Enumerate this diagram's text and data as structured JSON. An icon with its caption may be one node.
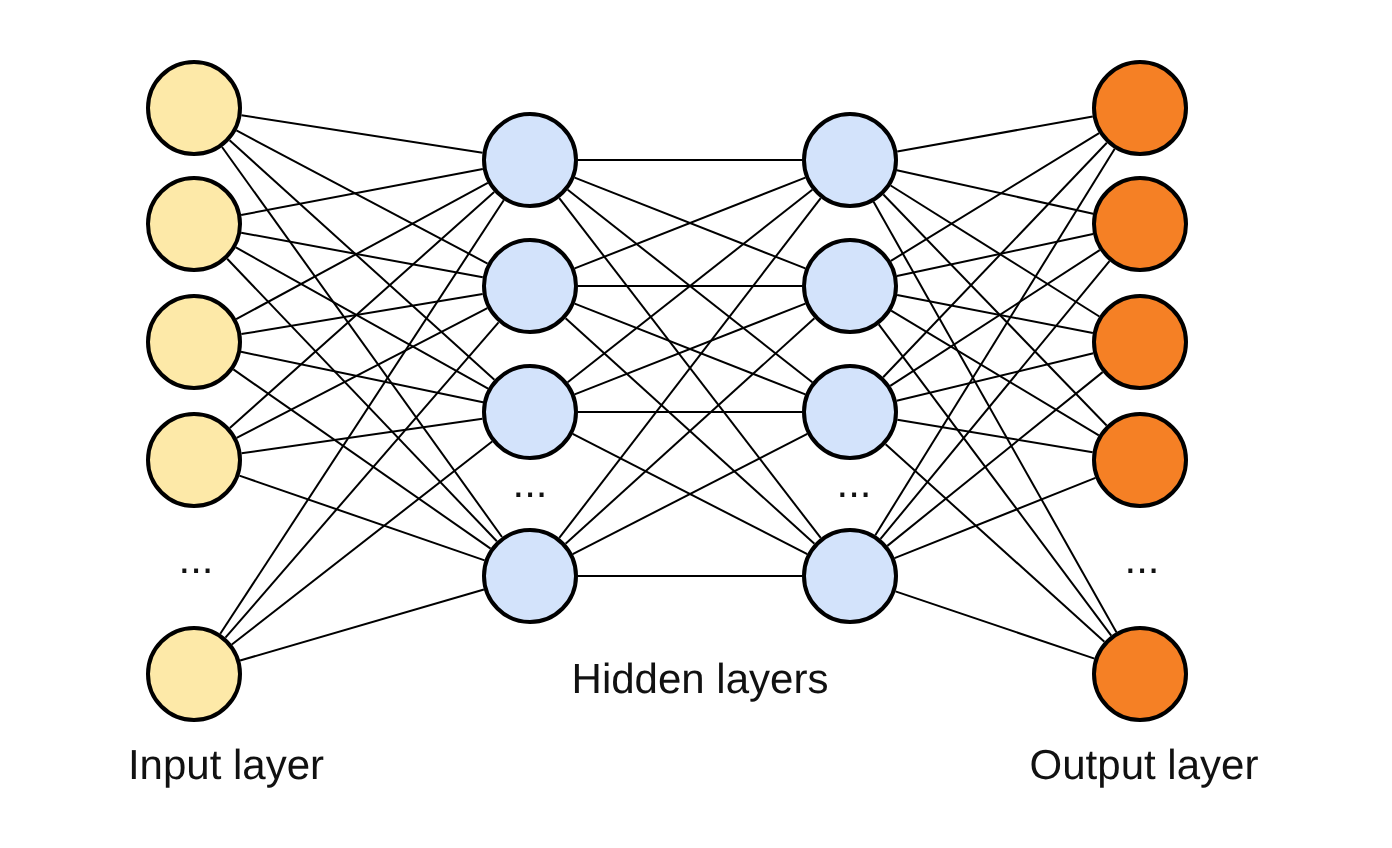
{
  "diagram": {
    "nodes": [
      {
        "text": [],
        "shape": "circle"
      },
      {
        "text": [],
        "shape": "circle"
      },
      {
        "text": [],
        "shape": "circle"
      },
      {
        "text": [],
        "shape": "circle"
      },
      {
        "text": [],
        "shape": "circle"
      },
      {
        "text": [],
        "shape": "circle"
      },
      {
        "text": [],
        "shape": "circle"
      },
      {
        "text": [],
        "shape": "circle"
      },
      {
        "text": [],
        "shape": "circle"
      },
      {
        "text": [],
        "shape": "circle"
      },
      {
        "text": [],
        "shape": "circle"
      },
      {
        "text": [],
        "shape": "circle"
      },
      {
        "text": [],
        "shape": "circle"
      },
      {
        "text": [],
        "shape": "circle"
      },
      {
        "text": [],
        "shape": "circle"
      },
      {
        "text": [],
        "shape": "circle"
      },
      {
        "text": [],
        "shape": "circle"
      },
      {
        "text": [],
        "shape": "circle"
      }
    ],
    "edges": [
      {
        "from": 0,
        "to": 5,
        "arrow": "none"
      },
      {
        "from": 0,
        "to": 6,
        "arrow": "none"
      },
      {
        "from": 0,
        "to": 7,
        "arrow": "none"
      },
      {
        "from": 0,
        "to": 8,
        "arrow": "none"
      },
      {
        "from": 1,
        "to": 5,
        "arrow": "none"
      },
      {
        "from": 1,
        "to": 6,
        "arrow": "none"
      },
      {
        "from": 1,
        "to": 7,
        "arrow": "none"
      },
      {
        "from": 1,
        "to": 8,
        "arrow": "none"
      },
      {
        "from": 2,
        "to": 5,
        "arrow": "none"
      },
      {
        "from": 2,
        "to": 6,
        "arrow": "none"
      },
      {
        "from": 2,
        "to": 7,
        "arrow": "none"
      },
      {
        "from": 2,
        "to": 8,
        "arrow": "none"
      },
      {
        "from": 3,
        "to": 5,
        "arrow": "none"
      },
      {
        "from": 3,
        "to": 6,
        "arrow": "none"
      },
      {
        "from": 3,
        "to": 7,
        "arrow": "none"
      },
      {
        "from": 3,
        "to": 8,
        "arrow": "none"
      },
      {
        "from": 4,
        "to": 5,
        "arrow": "none"
      },
      {
        "from": 4,
        "to": 6,
        "arrow": "none"
      },
      {
        "from": 4,
        "to": 7,
        "arrow": "none"
      },
      {
        "from": 4,
        "to": 8,
        "arrow": "none"
      },
      {
        "from": 5,
        "to": 9,
        "arrow": "none"
      },
      {
        "from": 5,
        "to": 10,
        "arrow": "none"
      },
      {
        "from": 5,
        "to": 11,
        "arrow": "none"
      },
      {
        "from": 5,
        "to": 12,
        "arrow": "none"
      },
      {
        "from": 6,
        "to": 9,
        "arrow": "none"
      },
      {
        "from": 6,
        "to": 10,
        "arrow": "none"
      },
      {
        "from": 6,
        "to": 11,
        "arrow": "none"
      },
      {
        "from": 6,
        "to": 12,
        "arrow": "none"
      },
      {
        "from": 7,
        "to": 9,
        "arrow": "none"
      },
      {
        "from": 7,
        "to": 10,
        "arrow": "none"
      },
      {
        "from": 7,
        "to": 11,
        "arrow": "none"
      },
      {
        "from": 7,
        "to": 12,
        "arrow": "none"
      },
      {
        "from": 8,
        "to": 9,
        "arrow": "none"
      },
      {
        "from": 8,
        "to": 10,
        "arrow": "none"
      },
      {
        "from": 8,
        "to": 11,
        "arrow": "none"
      },
      {
        "from": 8,
        "to": 12,
        "arrow": "none"
      },
      {
        "from": 9,
        "to": 13,
        "arrow": "none"
      },
      {
        "from": 9,
        "to": 14,
        "arrow": "none"
      },
      {
        "from": 9,
        "to": 15,
        "arrow": "none"
      },
      {
        "from": 9,
        "to": 16,
        "arrow": "none"
      },
      {
        "from": 9,
        "to": 17,
        "arrow": "none"
      },
      {
        "from": 10,
        "to": 13,
        "arrow": "none"
      },
      {
        "from": 10,
        "to": 14,
        "arrow": "none"
      },
      {
        "from": 10,
        "to": 15,
        "arrow": "none"
      },
      {
        "from": 10,
        "to": 16,
        "arrow": "none"
      },
      {
        "from": 10,
        "to": 17,
        "arrow": "none"
      },
      {
        "from": 11,
        "to": 13,
        "arrow": "none"
      },
      {
        "from": 11,
        "to": 14,
        "arrow": "none"
      },
      {
        "from": 11,
        "to": 15,
        "arrow": "none"
      },
      {
        "from": 11,
        "to": 16,
        "arrow": "none"
      },
      {
        "from": 11,
        "to": 17,
        "arrow": "none"
      },
      {
        "from": 12,
        "to": 13,
        "arrow": "none"
      },
      {
        "from": 12,
        "to": 14,
        "arrow": "none"
      },
      {
        "from": 12,
        "to": 15,
        "arrow": "none"
      },
      {
        "from": 12,
        "to": 16,
        "arrow": "none"
      },
      {
        "from": 12,
        "to": 17,
        "arrow": "none"
      }
    ],
    "labels": [
      "...",
      "...",
      "...",
      "...",
      "Hidden layers",
      "Input layer",
      "Output layer"
    ]
  }
}
